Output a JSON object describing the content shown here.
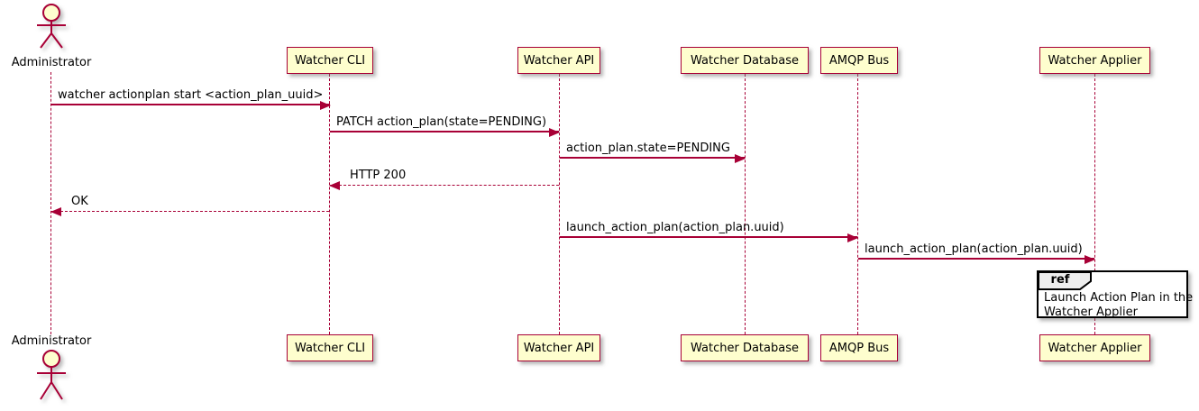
{
  "actor": {
    "name": "Administrator"
  },
  "participants": [
    {
      "name": "Watcher CLI"
    },
    {
      "name": "Watcher API"
    },
    {
      "name": "Watcher Database"
    },
    {
      "name": "AMQP Bus"
    },
    {
      "name": "Watcher Applier"
    }
  ],
  "messages": [
    {
      "text": "watcher actionplan start <action_plan_uuid>",
      "from": "Administrator",
      "to": "Watcher CLI",
      "style": "solid"
    },
    {
      "text": "PATCH action_plan(state=PENDING)",
      "from": "Watcher CLI",
      "to": "Watcher API",
      "style": "solid"
    },
    {
      "text": "action_plan.state=PENDING",
      "from": "Watcher API",
      "to": "Watcher Database",
      "style": "solid"
    },
    {
      "text": "HTTP 200",
      "from": "Watcher API",
      "to": "Watcher CLI",
      "style": "dashed-return"
    },
    {
      "text": "OK",
      "from": "Watcher CLI",
      "to": "Administrator",
      "style": "dashed-return"
    },
    {
      "text": "launch_action_plan(action_plan.uuid)",
      "from": "Watcher API",
      "to": "AMQP Bus",
      "style": "solid"
    },
    {
      "text": "launch_action_plan(action_plan.uuid)",
      "from": "AMQP Bus",
      "to": "Watcher Applier",
      "style": "solid"
    }
  ],
  "ref": {
    "keyword": "ref",
    "line1": "Launch Action Plan in the",
    "line2": "Watcher Applier"
  },
  "colors": {
    "line": "#A80036",
    "participant_fill": "#FEFECE",
    "participant_border": "#A80036",
    "ref_tag_fill": "#EEEEEE",
    "ref_border": "#000000",
    "text": "#000000",
    "background": "#FFFFFF"
  }
}
